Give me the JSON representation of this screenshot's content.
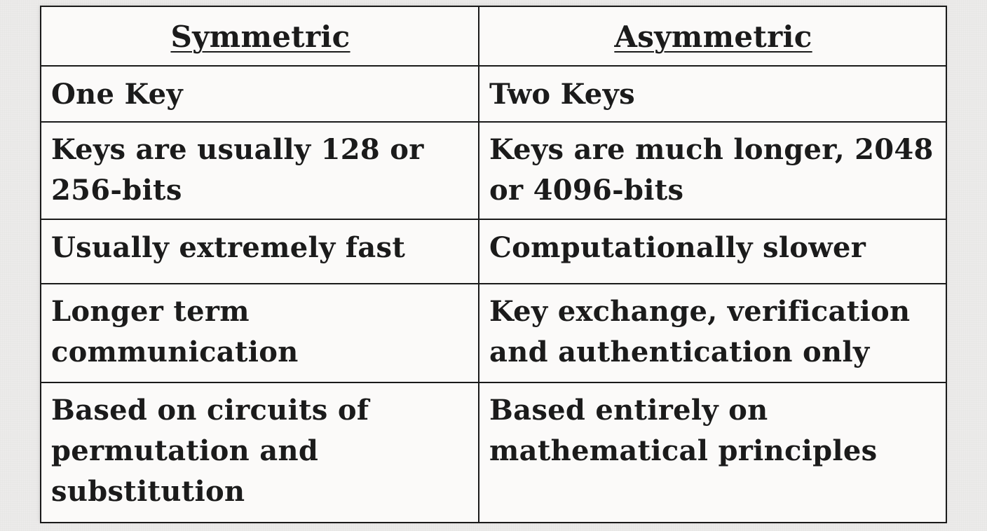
{
  "table": {
    "headers": [
      "Symmetric",
      "Asymmetric"
    ],
    "rows": [
      [
        "One Key",
        "Two Keys"
      ],
      [
        "Keys are usually 128 or 256-bits",
        "Keys are much longer, 2048 or 4096-bits"
      ],
      [
        "Usually extremely fast",
        "Computationally slower"
      ],
      [
        "Longer term communication",
        "Key exchange, verification and authentication only"
      ],
      [
        "Based on circuits of permutation and substitution",
        "Based entirely on mathematical principles"
      ]
    ]
  }
}
